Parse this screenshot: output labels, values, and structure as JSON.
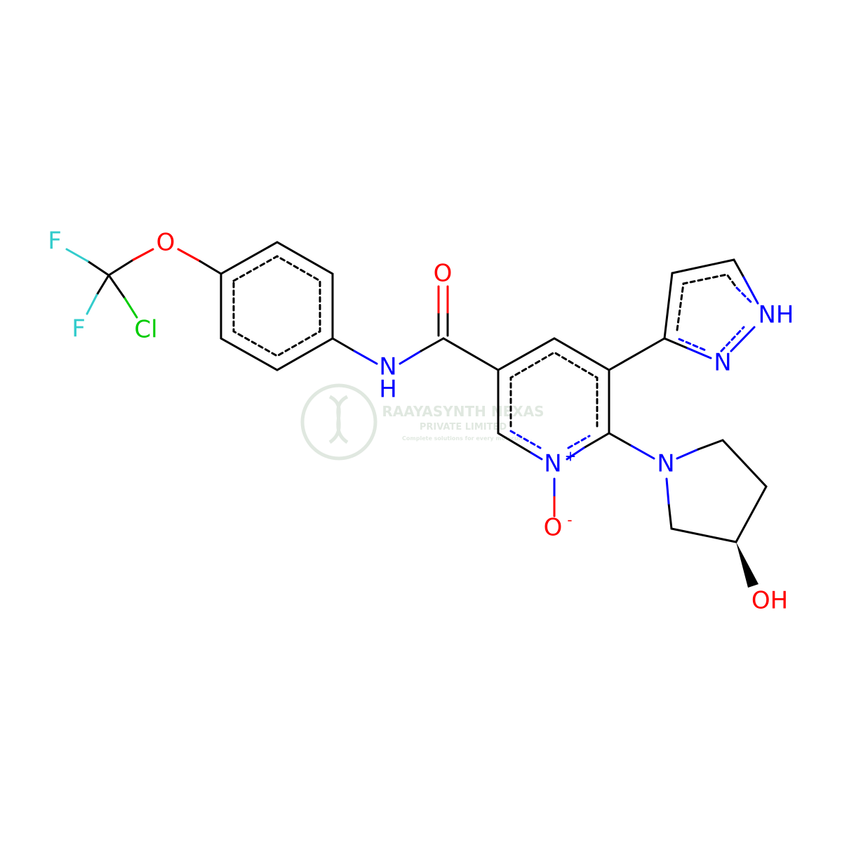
{
  "colors": {
    "bond": "#000000",
    "N": "#0000ff",
    "O": "#ff0000",
    "F": "#33cccc",
    "Cl": "#00cc00",
    "watermark": "#c8d6c8"
  },
  "atoms": {
    "F1": "F",
    "F2": "F",
    "Cl": "Cl",
    "O_ether": "O",
    "O_carbonyl": "O",
    "N_amide": "N",
    "H_amide": "H",
    "NH_pyrazole": "NH",
    "N_pyrazole": "N",
    "N_pyridine": "N",
    "N_pyridine_charge": "+",
    "O_oxide": "O",
    "O_oxide_charge": "-",
    "N_pyrrolidine": "N",
    "OH": "OH"
  },
  "watermark": {
    "line1": "RAAYASYNTH NEXAS",
    "line2": "PRIVATE LIMITED",
    "line3": "Complete solutions for every molecule"
  }
}
